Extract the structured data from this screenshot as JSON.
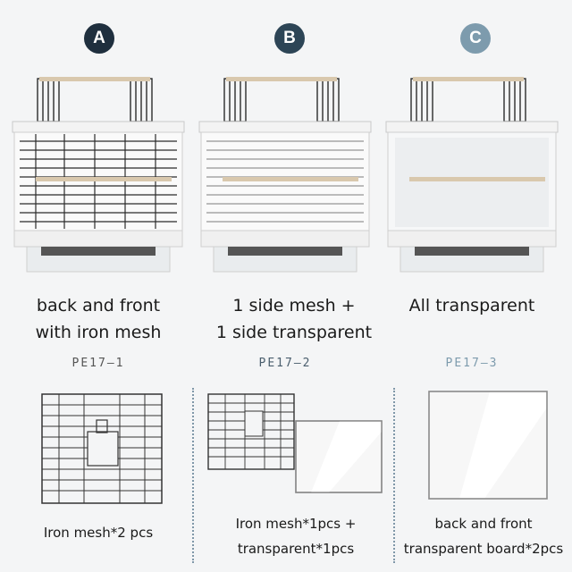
{
  "options": [
    {
      "badge": "A",
      "badge_color": "#1f2f3e",
      "caption_lines": [
        "back and front",
        "with iron mesh"
      ],
      "code": "PE17–1",
      "code_color": "#555555",
      "panel_note_lines": [
        "Iron mesh*2 pcs"
      ],
      "panel_icon": "iron-mesh-panel"
    },
    {
      "badge": "B",
      "badge_color": "#2d4556",
      "caption_lines": [
        "1 side mesh +",
        "1 side transparent"
      ],
      "code": "PE17–2",
      "code_color": "#4a5e6d",
      "panel_note_lines": [
        "Iron mesh*1pcs +",
        "transparent*1pcs"
      ],
      "panel_icon": "mesh-and-transparent-panels"
    },
    {
      "badge": "C",
      "badge_color": "#7d9bad",
      "caption_lines": [
        "All transparent"
      ],
      "code": "PE17–3",
      "code_color": "#7d9bad",
      "panel_note_lines": [
        "back and front",
        "transparent board*2pcs"
      ],
      "panel_icon": "transparent-board-panel"
    }
  ]
}
